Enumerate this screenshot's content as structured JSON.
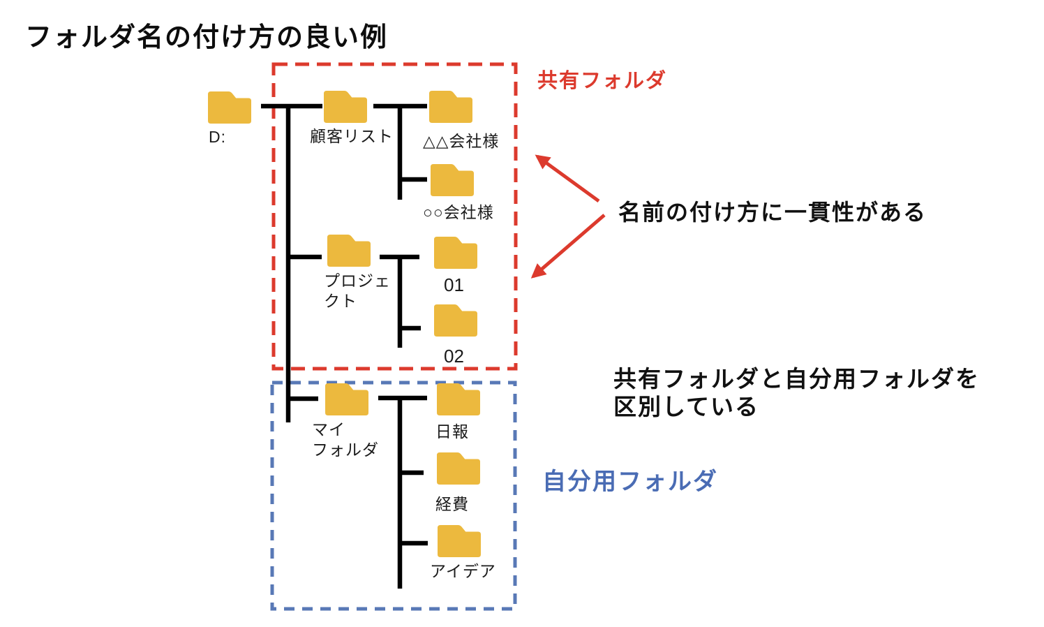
{
  "title": "フォルダ名の付け方の良い例",
  "colors": {
    "folder_yellow": "#ECB93E",
    "red": "#DC3A2D",
    "blue_dash": "#5878B6",
    "blue_text": "#4A6CB4",
    "line_black": "#000000"
  },
  "groups": {
    "shared": {
      "label": "共有フォルダ"
    },
    "personal": {
      "label": "自分用フォルダ"
    }
  },
  "folders": {
    "d_drive": "D:",
    "customer_list": "顧客リスト",
    "company_a": "△△会社様",
    "company_b": "○○会社様",
    "project": "プロジェ\nクト",
    "project_01": "01",
    "project_02": "02",
    "my_folder": "マイ\nフォルダ",
    "daily_report": "日報",
    "expenses": "経費",
    "ideas": "アイデア"
  },
  "annotations": {
    "consistency": "名前の付け方に一貫性がある",
    "distinction": "共有フォルダと自分用フォルダを\n区別している"
  }
}
